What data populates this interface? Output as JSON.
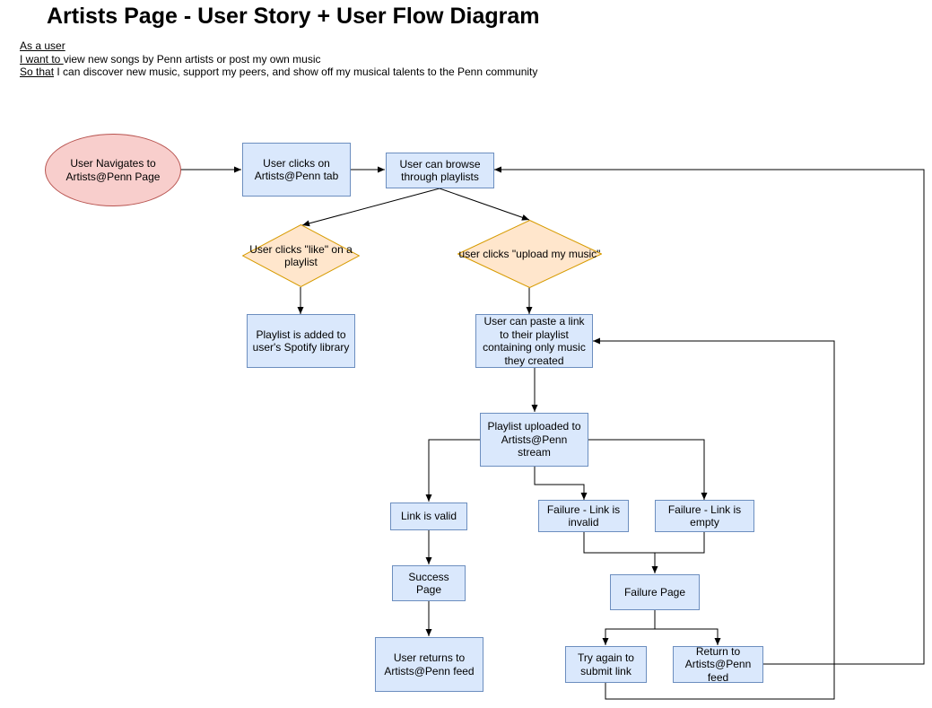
{
  "title": "Artists Page - User Story + User Flow Diagram",
  "story": {
    "as_label": "As a user",
    "want_label": "I want to ",
    "want_text": "view new songs by Penn artists or post my own music",
    "so_label": "So that",
    "so_text": " I can discover new music, support my peers, and show off my musical talents to the Penn community"
  },
  "nodes": {
    "start": "User Navigates to Artists@Penn Page",
    "clicks_tab": "User clicks on Artists@Penn tab",
    "browse": "User can browse through playlists",
    "like_decision": "User clicks \"like\" on a playlist",
    "upload_decision": "user clicks \"upload my music\"",
    "added_library": "Playlist is added to user's Spotify library",
    "paste_link": "User can paste a link to their playlist containing only music they created",
    "uploaded_stream": "Playlist uploaded to Artists@Penn stream",
    "link_valid": "Link is valid",
    "fail_invalid": "Failure - Link is invalid",
    "fail_empty": "Failure - Link is empty",
    "success_page": "Success Page",
    "failure_page": "Failure Page",
    "returns_feed": "User returns to Artists@Penn feed",
    "try_again": "Try again to submit link",
    "return_feed": "Return to Artists@Penn feed"
  },
  "colors": {
    "process_fill": "#dae8fc",
    "process_stroke": "#6c8ebf",
    "start_fill": "#f8cecc",
    "start_stroke": "#b85450",
    "decision_fill": "#ffe6cc",
    "decision_stroke": "#d79b00"
  }
}
